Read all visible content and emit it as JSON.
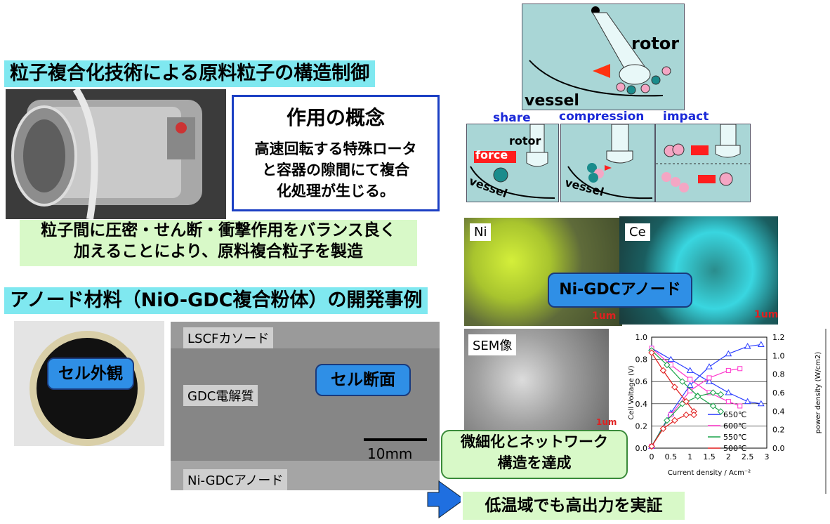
{
  "headings": {
    "top": "粒子複合化技術による原料粒子の構造制御",
    "anode": "アノード材料（NiO-GDC複合粉体）の開発事例"
  },
  "concept": {
    "title": "作用の概念",
    "body_line1": "高速回転する特殊ロータ",
    "body_line2": "と容器の隙間にて複合",
    "body_line3": "化処理が生じる。"
  },
  "particle_note": {
    "line1": "粒子間に圧密・せん断・衝撃作用をバランス良く",
    "line2": "加えることにより、原料複合粒子を製造"
  },
  "mechanism": {
    "rotor": "rotor",
    "vessel": "vessel",
    "share": "share",
    "compression": "compression",
    "impact": "impact",
    "rotor_small": "rotor",
    "force": "force",
    "vessel_small_1": "vessel",
    "vessel_small_2": "vessel"
  },
  "cell": {
    "appearance": "セル外観",
    "cross_section": "セル断面",
    "lscf": "LSCFカソード",
    "gdc": "GDC電解質",
    "anode": "Ni-GDCアノード",
    "scale": "10mm"
  },
  "micro": {
    "ni": "Ni",
    "ce": "Ce",
    "label": "Ni-GDCアノード",
    "scale1": "1um",
    "scale2": "1um",
    "sem": "SEM像",
    "scale3": "1um"
  },
  "callouts": {
    "network_line1": "微細化とネットワーク",
    "network_line2": "構造を達成",
    "result": "低温域でも高出力を実証"
  },
  "colors": {
    "heading_bg": "#7fe8f0",
    "green_box": "#d8f9c8",
    "blue_label": "#2f8fe6",
    "concept_border": "#1b3fc4",
    "mech_panel": "#a9d6d6"
  },
  "chart_data": {
    "type": "line",
    "xlabel": "Current density / Acm⁻²",
    "ylabel_left": "Cell Voltage (V)",
    "ylabel_right": "power density (W/cm2)",
    "xlim": [
      0,
      3
    ],
    "ylim_left": [
      0,
      1.0
    ],
    "ylim_right": [
      0,
      1.2
    ],
    "x_ticks": [
      "0",
      "0.5",
      "1",
      "1.5",
      "2",
      "2.5",
      "3"
    ],
    "y_ticks_left": [
      "0.0",
      "0.2",
      "0.4",
      "0.6",
      "0.8",
      "1.0"
    ],
    "y_ticks_right": [
      "0.0",
      "0.2",
      "0.4",
      "0.6",
      "0.8",
      "1.0",
      "1.2"
    ],
    "legend_position": "bottom-right",
    "series": [
      {
        "name": "650℃",
        "color": "#2a3cff",
        "marker": "triangle",
        "voltage": [
          [
            0,
            0.9
          ],
          [
            0.5,
            0.8
          ],
          [
            1,
            0.7
          ],
          [
            1.5,
            0.6
          ],
          [
            2,
            0.5
          ],
          [
            2.5,
            0.42
          ],
          [
            2.85,
            0.4
          ]
        ],
        "power": [
          [
            0,
            0.02
          ],
          [
            0.5,
            0.38
          ],
          [
            1,
            0.68
          ],
          [
            1.5,
            0.88
          ],
          [
            2,
            1.02
          ],
          [
            2.5,
            1.1
          ],
          [
            2.85,
            1.12
          ]
        ]
      },
      {
        "name": "600℃",
        "color": "#ff33cc",
        "marker": "square",
        "voltage": [
          [
            0,
            0.9
          ],
          [
            0.5,
            0.75
          ],
          [
            1,
            0.62
          ],
          [
            1.5,
            0.5
          ],
          [
            2,
            0.42
          ],
          [
            2.3,
            0.38
          ]
        ],
        "power": [
          [
            0,
            0.02
          ],
          [
            0.5,
            0.36
          ],
          [
            1,
            0.62
          ],
          [
            1.5,
            0.76
          ],
          [
            2,
            0.84
          ],
          [
            2.3,
            0.86
          ]
        ]
      },
      {
        "name": "550℃",
        "color": "#1aa34a",
        "marker": "diamond",
        "voltage": [
          [
            0,
            0.88
          ],
          [
            0.4,
            0.75
          ],
          [
            0.8,
            0.6
          ],
          [
            1.2,
            0.47
          ],
          [
            1.6,
            0.38
          ],
          [
            1.8,
            0.33
          ]
        ],
        "power": [
          [
            0,
            0.02
          ],
          [
            0.4,
            0.3
          ],
          [
            0.8,
            0.48
          ],
          [
            1.2,
            0.56
          ],
          [
            1.6,
            0.6
          ],
          [
            1.8,
            0.58
          ]
        ]
      },
      {
        "name": "500℃",
        "color": "#e01a1a",
        "marker": "diamond",
        "voltage": [
          [
            0,
            0.86
          ],
          [
            0.3,
            0.7
          ],
          [
            0.6,
            0.55
          ],
          [
            0.9,
            0.42
          ],
          [
            1.1,
            0.33
          ]
        ],
        "power": [
          [
            0,
            0.02
          ],
          [
            0.3,
            0.21
          ],
          [
            0.6,
            0.3
          ],
          [
            0.9,
            0.36
          ],
          [
            1.1,
            0.36
          ]
        ]
      }
    ]
  }
}
